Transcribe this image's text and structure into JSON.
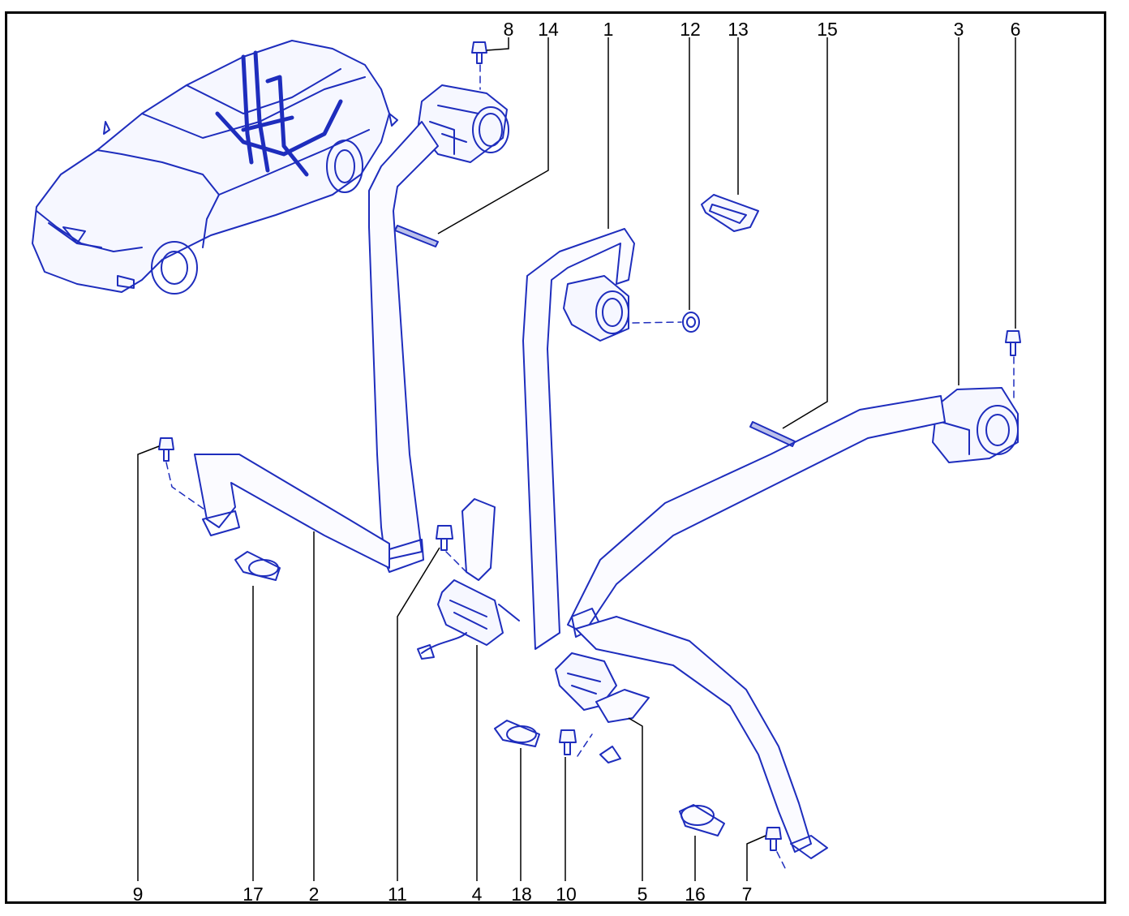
{
  "diagram": {
    "line_color": "#1e2dbd",
    "label_color": "#000000",
    "callouts_top": [
      "8",
      "14",
      "1",
      "12",
      "13",
      "15",
      "3",
      "6"
    ],
    "callouts_bottom": [
      "9",
      "17",
      "2",
      "11",
      "4",
      "18",
      "10",
      "5",
      "16",
      "7"
    ]
  }
}
